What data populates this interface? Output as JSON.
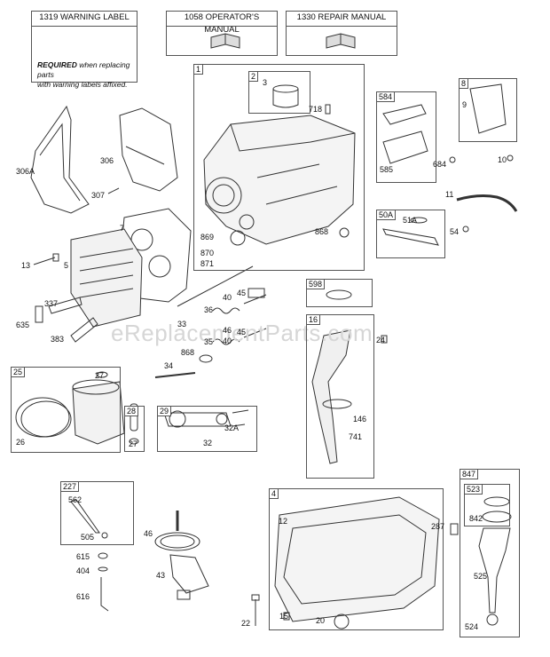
{
  "headers": {
    "warning": "1319 WARNING LABEL",
    "operators": "1058 OPERATOR'S MANUAL",
    "repair": "1330 REPAIR MANUAL"
  },
  "note": {
    "required": "REQUIRED",
    "rest1": " when replacing parts",
    "rest2": "with warning labels affixed."
  },
  "watermark": "eReplacementParts.com",
  "box_tags": {
    "b1": "1",
    "b2": "2",
    "b584": "584",
    "b8": "8",
    "b50a": "50A",
    "b598": "598",
    "b16": "16",
    "b25": "25",
    "b28": "28",
    "b29": "29",
    "b227": "227",
    "b4": "4",
    "b847": "847",
    "b523": "523"
  },
  "labels": {
    "l306a": "306A",
    "l306": "306",
    "l307": "307",
    "l7": "7",
    "l13": "13",
    "l5": "5",
    "l337": "337",
    "l635": "635",
    "l383": "383",
    "l3": "3",
    "l718": "718",
    "l869": "869",
    "l870": "870",
    "l871": "871",
    "l868a": "868",
    "l9": "9",
    "l585": "585",
    "l684": "684",
    "l10": "10",
    "l11": "11",
    "l51a": "51A",
    "l54": "54",
    "l36": "36",
    "l40a": "40",
    "l45a": "45",
    "l33": "33",
    "l46x": "46",
    "l45b": "45",
    "l35": "35",
    "l40b": "40",
    "l868b": "868",
    "l34": "34",
    "l24": "24",
    "l146": "146",
    "l741": "741",
    "l27a": "27",
    "l26": "26",
    "l27b": "27",
    "l32a": "32A",
    "l32": "32",
    "l562": "562",
    "l505": "505",
    "l615": "615",
    "l404": "404",
    "l616": "616",
    "l46": "46",
    "l43": "43",
    "l12": "12",
    "l287": "287",
    "l842": "842",
    "l525": "525",
    "l524": "524",
    "l22": "22",
    "l15": "15",
    "l20": "20"
  }
}
